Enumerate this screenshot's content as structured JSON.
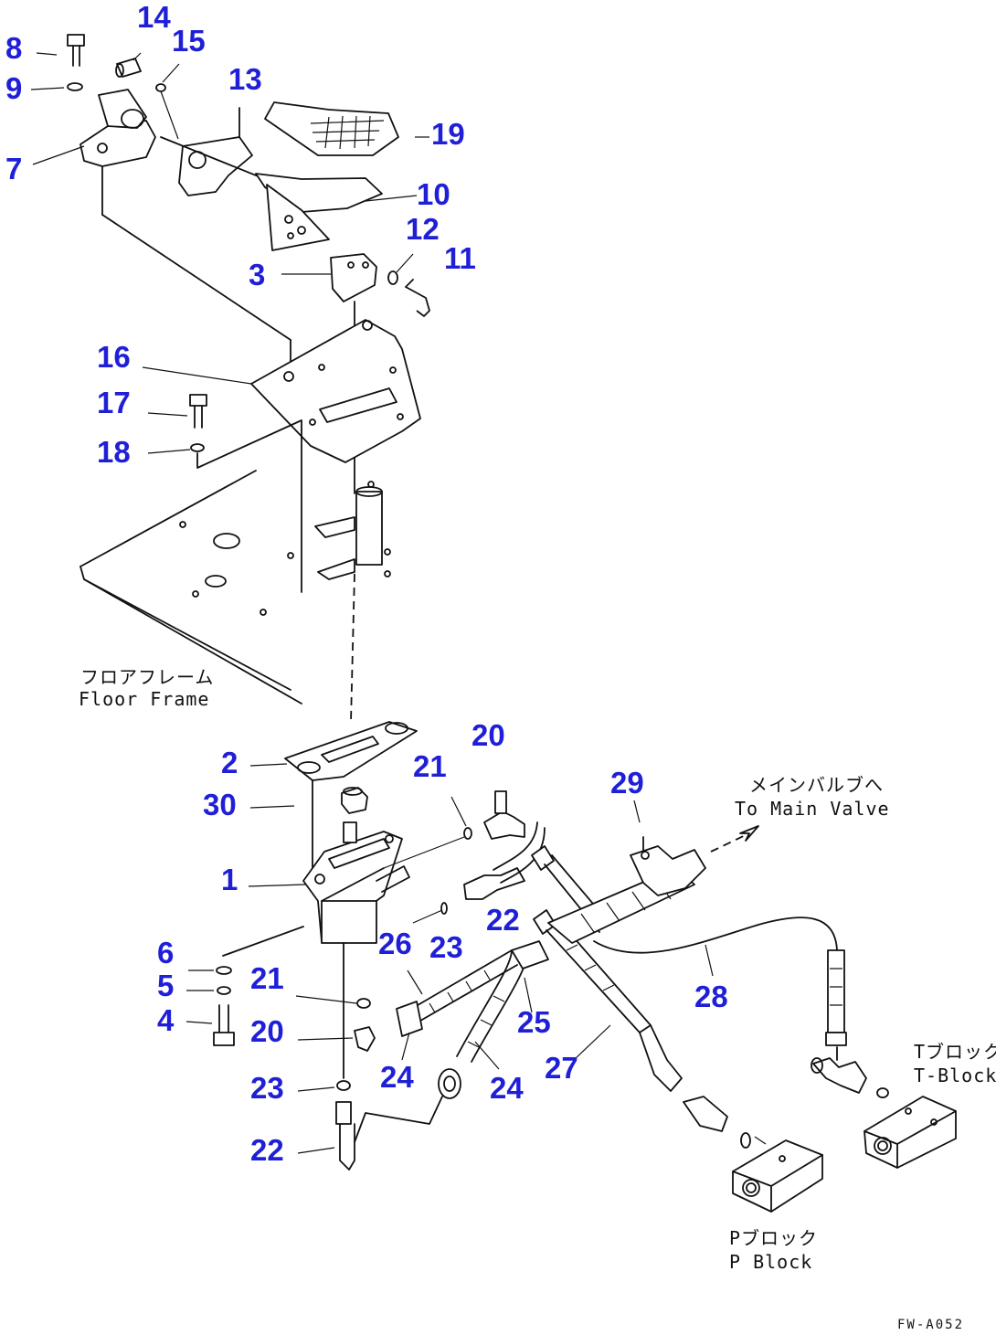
{
  "callouts": {
    "n1": "1",
    "n2": "2",
    "n3": "3",
    "n4": "4",
    "n5": "5",
    "n6": "6",
    "n7": "7",
    "n8": "8",
    "n9": "9",
    "n10": "10",
    "n11": "11",
    "n12": "12",
    "n13": "13",
    "n14": "14",
    "n15": "15",
    "n16": "16",
    "n17": "17",
    "n18": "18",
    "n19": "19",
    "n20a": "20",
    "n20b": "20",
    "n21a": "21",
    "n21b": "21",
    "n22a": "22",
    "n22b": "22",
    "n23a": "23",
    "n23b": "23",
    "n24a": "24",
    "n24b": "24",
    "n25": "25",
    "n26": "26",
    "n27": "27",
    "n28": "28",
    "n29": "29",
    "n30": "30"
  },
  "notes": {
    "floor_frame_jp": "フロアフレーム",
    "floor_frame_en": "Floor Frame",
    "main_valve_jp": "メインバルブへ",
    "main_valve_en": "To Main Valve",
    "t_block_jp": "Tブロック",
    "t_block_en": "T-Block",
    "p_block_jp": "Pブロック",
    "p_block_en": "P Block"
  },
  "drawing_code": "FW-A052",
  "colors": {
    "callout": "#1f1fd8",
    "line": "#111111",
    "background": "#ffffff"
  }
}
